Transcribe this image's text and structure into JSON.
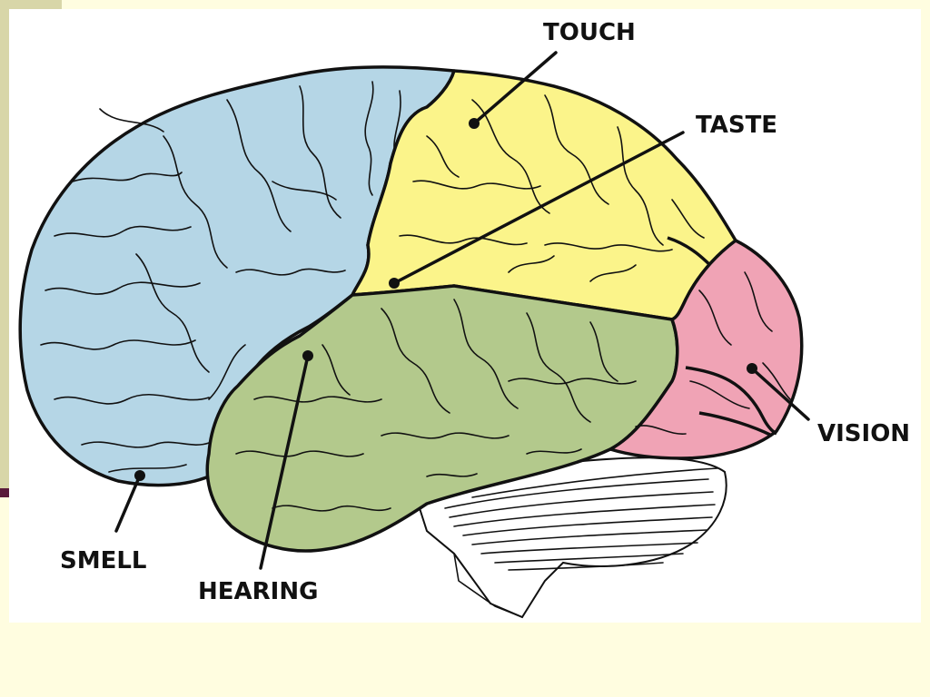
{
  "diagram": {
    "labels": {
      "touch": "TOUCH",
      "taste": "TASTE",
      "vision": "VISION",
      "smell": "SMELL",
      "hearing": "HEARING"
    },
    "colors": {
      "frontal": "#b5d6e6",
      "parietal": "#fbf48a",
      "temporal": "#b3c98c",
      "occipital": "#f0a3b5",
      "cerebellum": "#ffffff",
      "outline": "#111111",
      "slide_background": "#fffde0"
    }
  }
}
